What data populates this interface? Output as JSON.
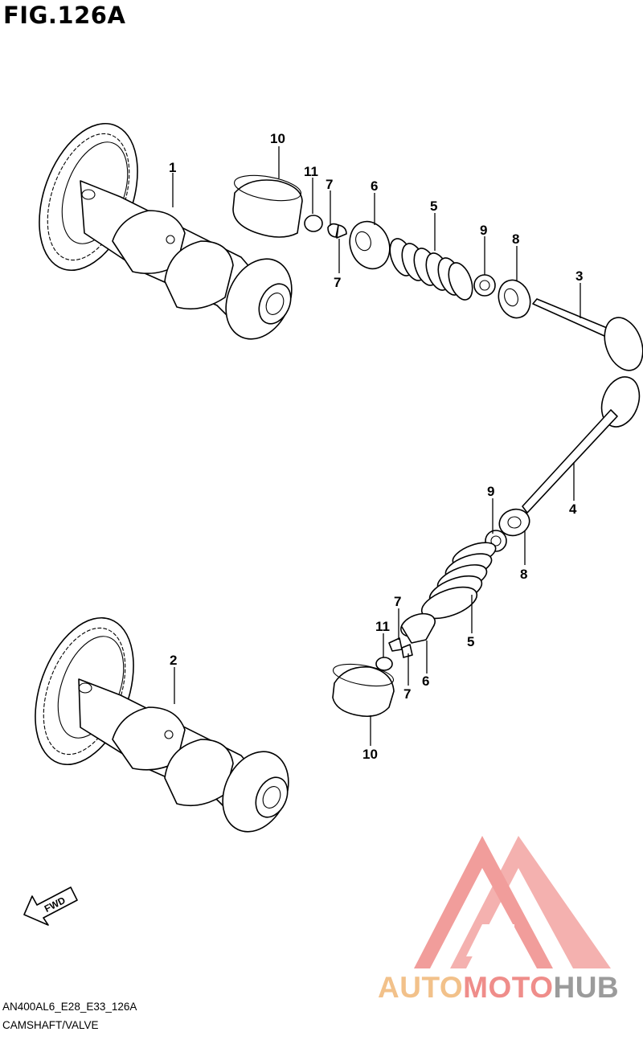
{
  "figure": {
    "title": "FIG.126A",
    "reference_code": "AN400AL6_E28_E33_126A",
    "caption": "CAMSHAFT/VALVE"
  },
  "callouts": {
    "p1": "1",
    "p2": "2",
    "p3": "3",
    "p4": "4",
    "p5a": "5",
    "p5b": "5",
    "p6a": "6",
    "p6b": "6",
    "p7a": "7",
    "p7b": "7",
    "p7c": "7",
    "p7d": "7",
    "p8a": "8",
    "p8b": "8",
    "p9a": "9",
    "p9b": "9",
    "p10a": "10",
    "p10b": "10",
    "p11a": "11",
    "p11b": "11"
  },
  "fwd_label": "FWD",
  "watermark": {
    "part1": "AUTO",
    "part2": "MOTO",
    "part3": "HUB",
    "colors": {
      "auto": "#f2c18a",
      "moto": "#ef8d8a",
      "hub": "#9b9b9b",
      "logo": "#ef8d8a"
    }
  }
}
